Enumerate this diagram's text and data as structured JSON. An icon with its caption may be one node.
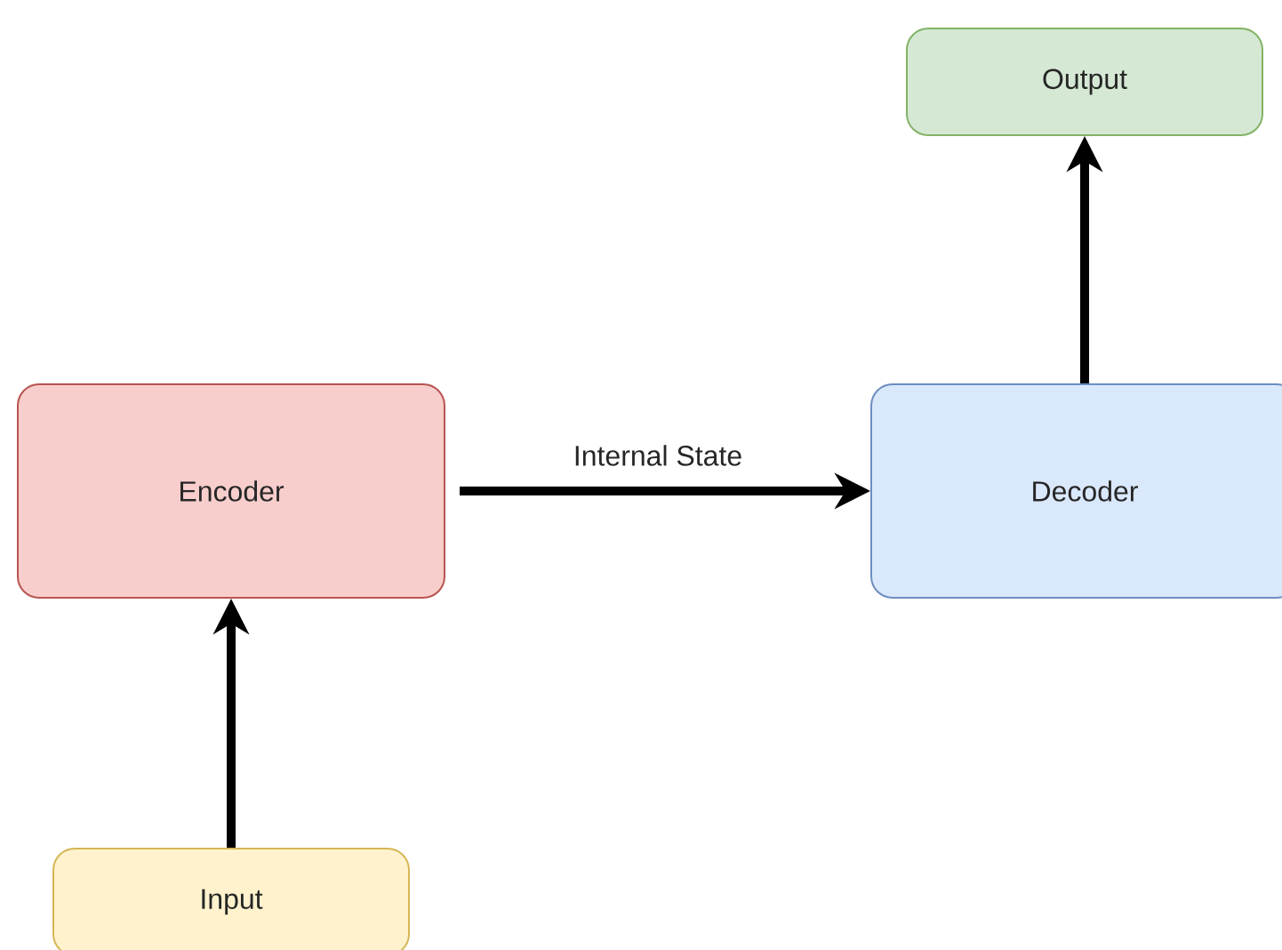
{
  "diagram": {
    "nodes": [
      {
        "text": [
          "Output"
        ]
      },
      {
        "text": [
          "Encoder"
        ]
      },
      {
        "text": [
          "Decoder"
        ]
      },
      {
        "text": [
          "Input"
        ]
      }
    ],
    "edges": [
      {
        "from": 3,
        "to": 1,
        "arrow": "to"
      },
      {
        "from": 1,
        "to": 2,
        "arrow": "to",
        "label": "Internal State"
      },
      {
        "from": 2,
        "to": 0,
        "arrow": "to"
      }
    ]
  }
}
